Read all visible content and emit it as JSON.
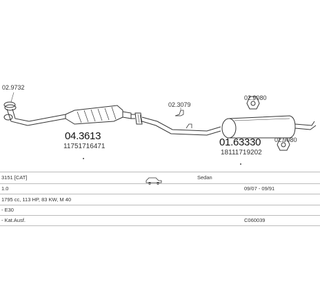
{
  "parts": {
    "p1_code": "02.9732",
    "p2_code": "04.3613",
    "p2_oem": "11751716471",
    "p3_code": "02.3079",
    "p4_code": "02.9080",
    "p5_code": "01.63330",
    "p5_oem": "18111719202",
    "p6_code": "02.9080"
  },
  "table": {
    "r1_model": "3151 [CAT]",
    "r1_body": "Sedan",
    "r2_engine": "1.0",
    "r2_years": "09/07 - 09/91",
    "r3_spec": "1795 cc, 113 HP, 83 KW, M 40",
    "r4_chassis": "- E30",
    "r5_note": "- Kat.Ausf.",
    "r5_code": "C060039"
  }
}
